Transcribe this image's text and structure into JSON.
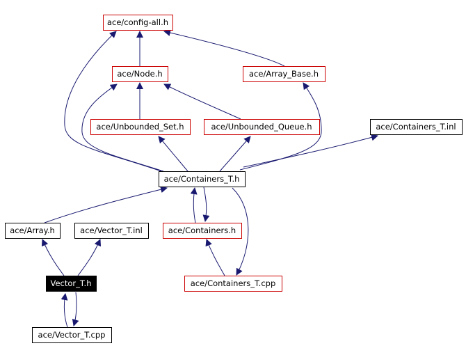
{
  "nodes": [
    {
      "id": "config_all",
      "label": "ace/config-all.h",
      "border": "#cc0000",
      "fill": "#ffffff",
      "text": "#000000"
    },
    {
      "id": "node_h",
      "label": "ace/Node.h",
      "border": "#cc0000",
      "fill": "#ffffff",
      "text": "#000000"
    },
    {
      "id": "array_base",
      "label": "ace/Array_Base.h",
      "border": "#cc0000",
      "fill": "#ffffff",
      "text": "#000000"
    },
    {
      "id": "unbounded_set",
      "label": "ace/Unbounded_Set.h",
      "border": "#cc0000",
      "fill": "#ffffff",
      "text": "#000000"
    },
    {
      "id": "unbounded_queue",
      "label": "ace/Unbounded_Queue.h",
      "border": "#cc0000",
      "fill": "#ffffff",
      "text": "#000000"
    },
    {
      "id": "containers_t_inl",
      "label": "ace/Containers_T.inl",
      "border": "#000000",
      "fill": "#ffffff",
      "text": "#000000"
    },
    {
      "id": "containers_t_h",
      "label": "ace/Containers_T.h",
      "border": "#000000",
      "fill": "#ffffff",
      "text": "#000000"
    },
    {
      "id": "array_h",
      "label": "ace/Array.h",
      "border": "#000000",
      "fill": "#ffffff",
      "text": "#000000"
    },
    {
      "id": "vector_t_inl",
      "label": "ace/Vector_T.inl",
      "border": "#000000",
      "fill": "#ffffff",
      "text": "#000000"
    },
    {
      "id": "containers_h",
      "label": "ace/Containers.h",
      "border": "#cc0000",
      "fill": "#ffffff",
      "text": "#000000"
    },
    {
      "id": "vector_t_h",
      "label": "Vector_T.h",
      "border": "#000000",
      "fill": "#000000",
      "text": "#ffffff"
    },
    {
      "id": "containers_t_cpp",
      "label": "ace/Containers_T.cpp",
      "border": "#cc0000",
      "fill": "#ffffff",
      "text": "#000000"
    },
    {
      "id": "vector_t_cpp",
      "label": "ace/Vector_T.cpp",
      "border": "#000000",
      "fill": "#ffffff",
      "text": "#000000"
    }
  ],
  "edges": [
    {
      "from": "node_h",
      "to": "config_all"
    },
    {
      "from": "array_base",
      "to": "config_all"
    },
    {
      "from": "unbounded_set",
      "to": "node_h"
    },
    {
      "from": "unbounded_queue",
      "to": "node_h"
    },
    {
      "from": "containers_t_h",
      "to": "config_all"
    },
    {
      "from": "containers_t_h",
      "to": "node_h"
    },
    {
      "from": "containers_t_h",
      "to": "array_base"
    },
    {
      "from": "containers_t_h",
      "to": "unbounded_set"
    },
    {
      "from": "containers_t_h",
      "to": "unbounded_queue"
    },
    {
      "from": "containers_t_h",
      "to": "containers_t_inl"
    },
    {
      "from": "containers_t_h",
      "to": "containers_h"
    },
    {
      "from": "containers_h",
      "to": "containers_t_h"
    },
    {
      "from": "containers_t_h",
      "to": "containers_t_cpp"
    },
    {
      "from": "containers_t_cpp",
      "to": "containers_h"
    },
    {
      "from": "array_h",
      "to": "containers_t_h"
    },
    {
      "from": "vector_t_h",
      "to": "array_h"
    },
    {
      "from": "vector_t_h",
      "to": "vector_t_inl"
    },
    {
      "from": "vector_t_h",
      "to": "vector_t_cpp"
    },
    {
      "from": "vector_t_cpp",
      "to": "vector_t_h"
    }
  ],
  "colors": {
    "edge": "#191970",
    "background": "#ffffff"
  }
}
